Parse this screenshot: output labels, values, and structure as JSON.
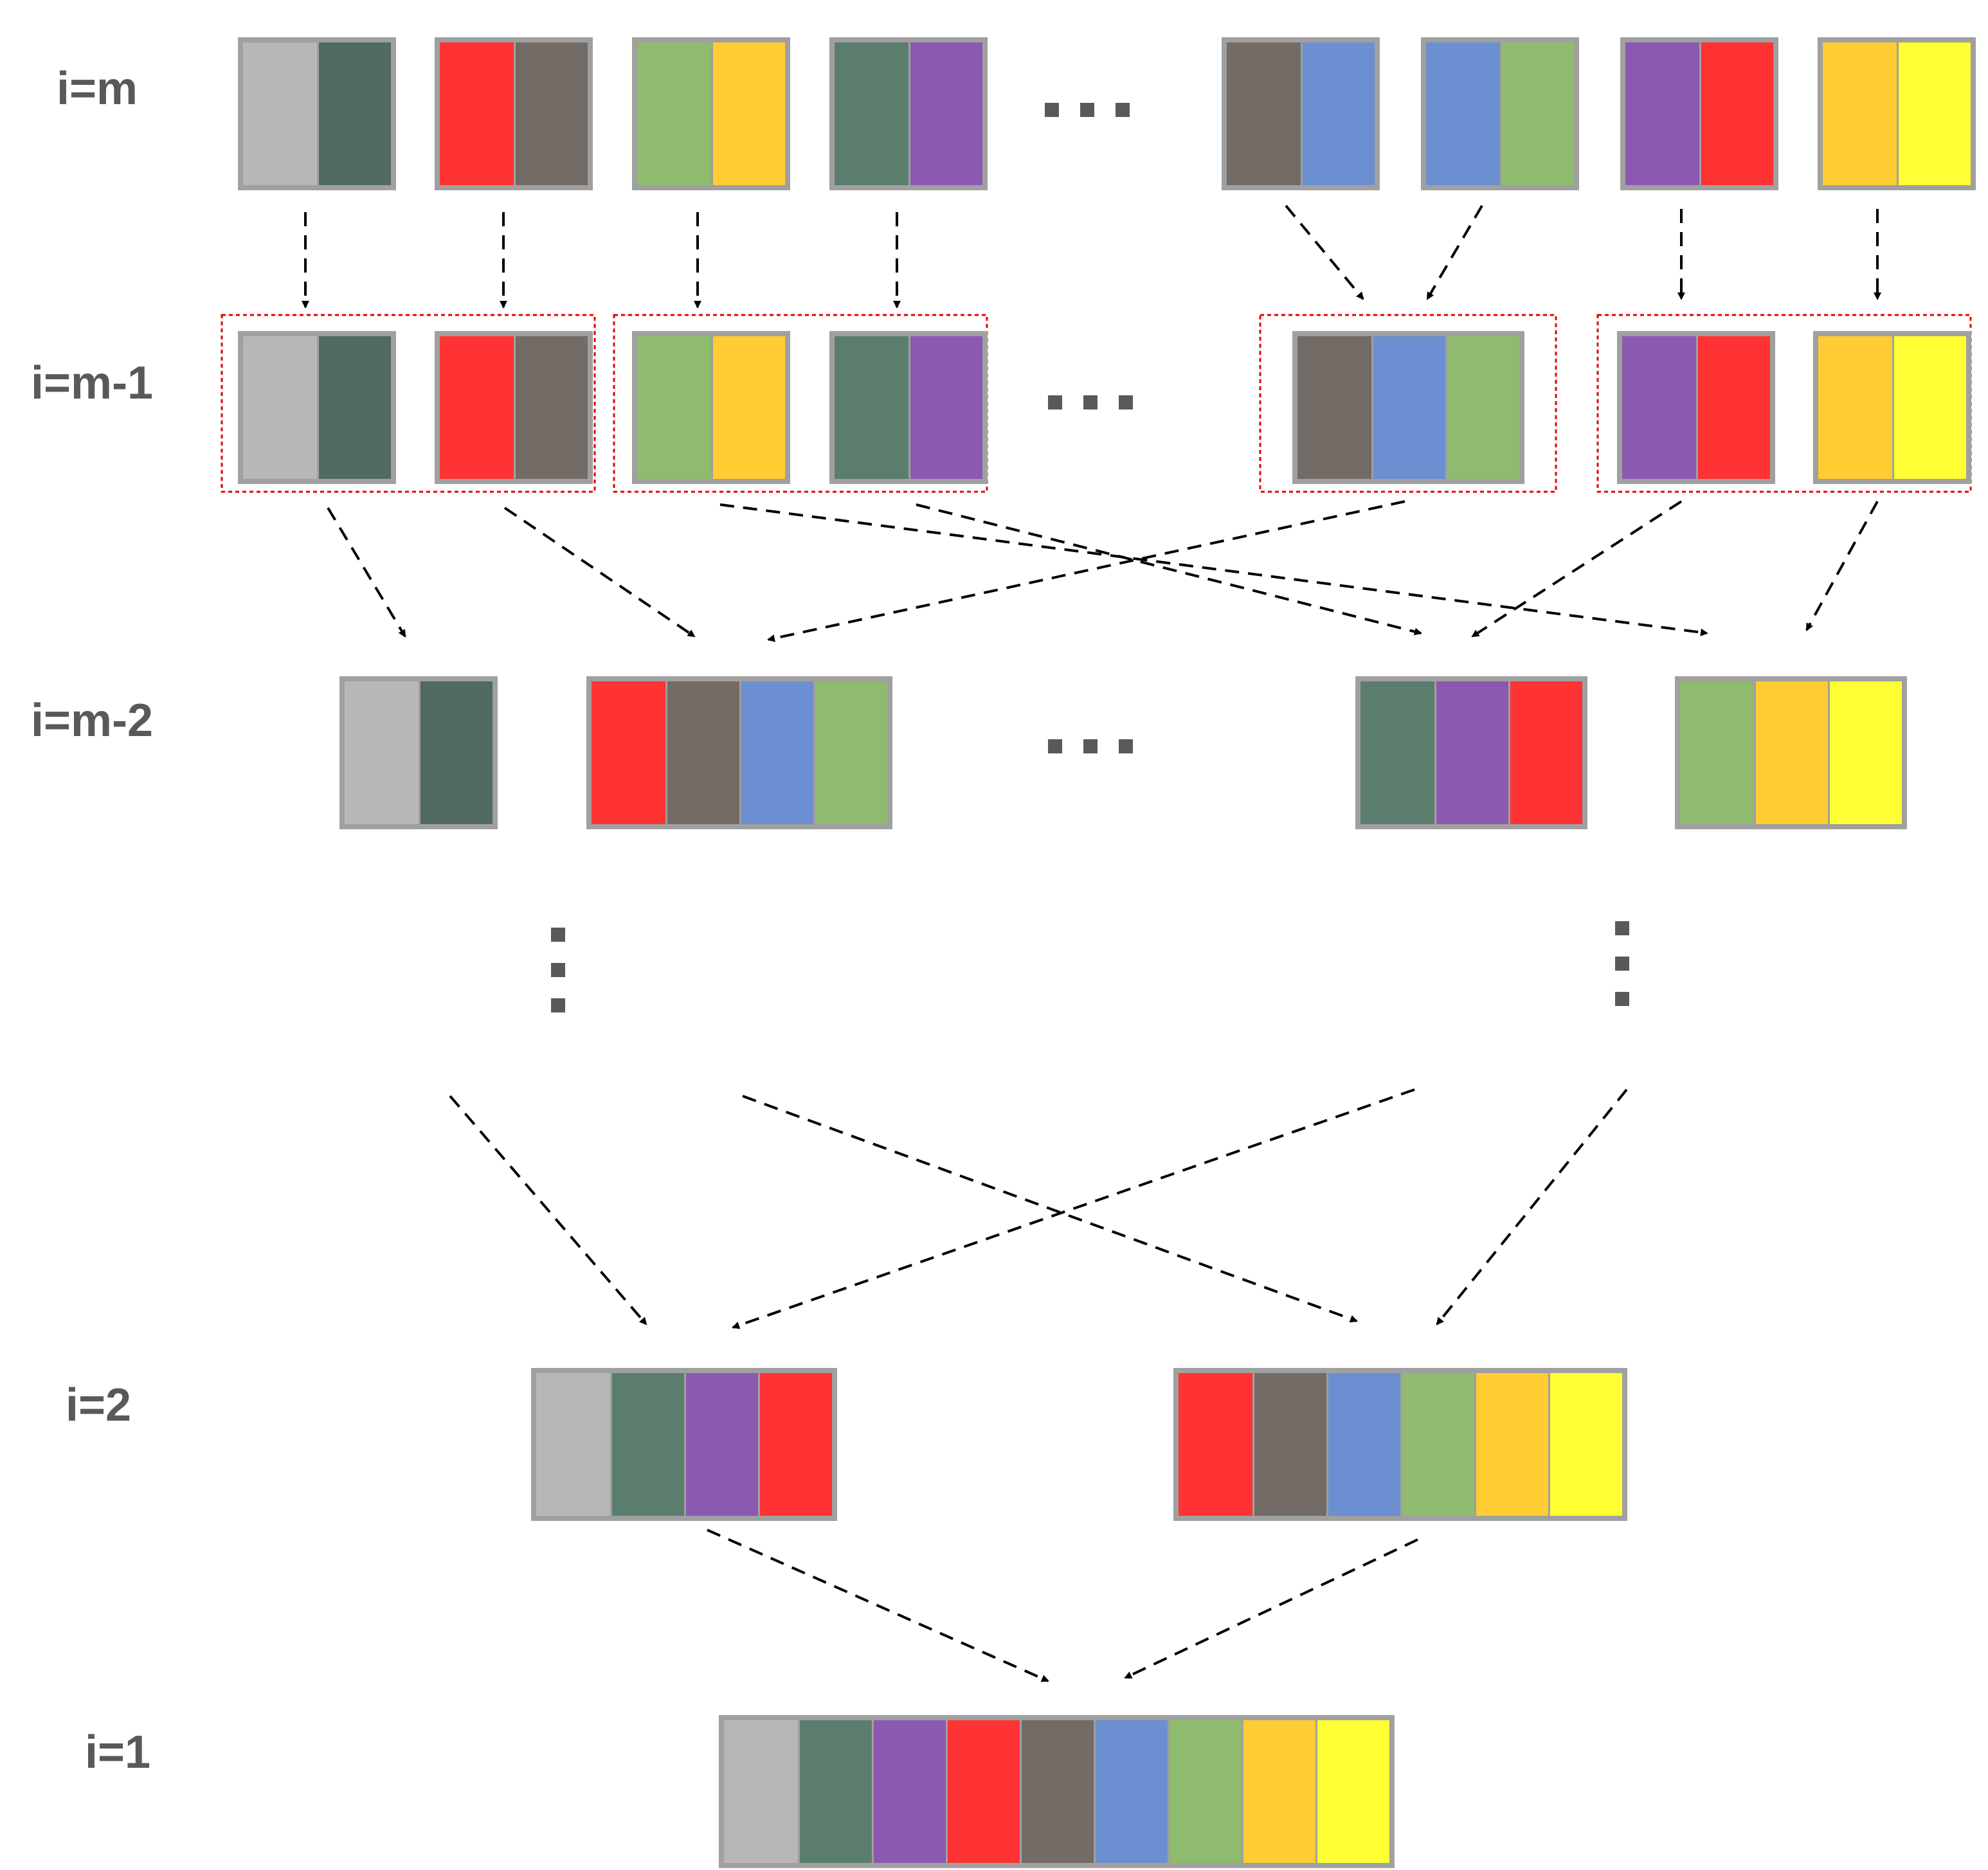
{
  "colors": {
    "light_gray": "#b7b7b7",
    "dark_green": "#506a5f",
    "teal_green": "#5b7d6e",
    "red": "#ff3333",
    "taupe": "#736b66",
    "green": "#8fbb6e",
    "orange": "#ffcc33",
    "purple": "#8c59b0",
    "blue": "#6b8fd0",
    "yellow": "#ffff33",
    "border": "#a0a0a0",
    "group_outline": "#e60000",
    "arrow": "#000000",
    "label": "#595959"
  },
  "levels": [
    {
      "label": "i=m",
      "blocks": [
        [
          "light_gray",
          "dark_green"
        ],
        [
          "red",
          "taupe"
        ],
        [
          "green",
          "orange"
        ],
        [
          "teal_green",
          "purple"
        ],
        [
          "taupe",
          "blue"
        ],
        [
          "blue",
          "green"
        ],
        [
          "purple",
          "red"
        ],
        [
          "orange",
          "yellow"
        ]
      ]
    },
    {
      "label": "i=m-1",
      "blocks": [
        [
          "light_gray",
          "dark_green"
        ],
        [
          "red",
          "taupe"
        ],
        [
          "green",
          "orange"
        ],
        [
          "teal_green",
          "purple"
        ],
        [
          "taupe",
          "blue",
          "green"
        ],
        [
          "purple",
          "red"
        ],
        [
          "orange",
          "yellow"
        ]
      ]
    },
    {
      "label": "i=m-2",
      "blocks": [
        [
          "light_gray",
          "dark_green"
        ],
        [
          "red",
          "taupe",
          "blue",
          "green"
        ],
        [
          "teal_green",
          "purple",
          "red"
        ],
        [
          "green",
          "orange",
          "yellow"
        ]
      ]
    },
    {
      "label": "i=2",
      "blocks": [
        [
          "light_gray",
          "teal_green",
          "purple",
          "red"
        ],
        [
          "red",
          "taupe",
          "blue",
          "green",
          "orange",
          "yellow"
        ]
      ]
    },
    {
      "label": "i=1",
      "blocks": [
        [
          "light_gray",
          "teal_green",
          "purple",
          "red",
          "taupe",
          "blue",
          "green",
          "orange",
          "yellow"
        ]
      ]
    }
  ]
}
